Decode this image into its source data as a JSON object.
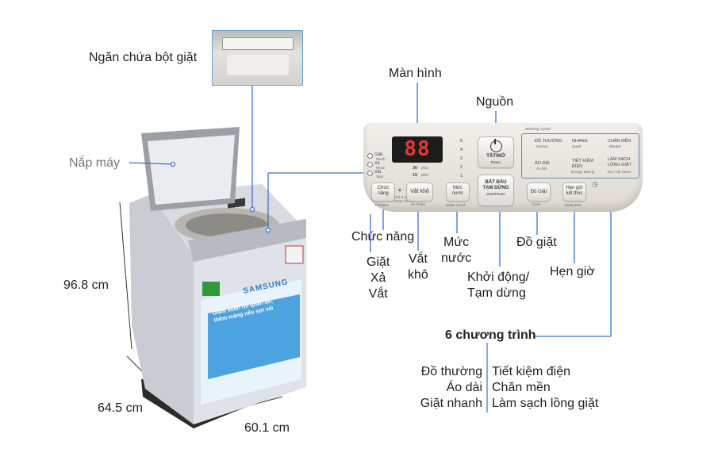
{
  "labels": {
    "detergent_drawer": "Ngăn chứa bột giặt",
    "lid": "Nắp máy",
    "screen": "Màn hình",
    "power": "Nguồn",
    "function": "Chức năng",
    "wash_rinse_spin": [
      "Giặt",
      "Xả",
      "Vắt"
    ],
    "spin_dry": [
      "Vắt",
      "khô"
    ],
    "water_level": [
      "Mức",
      "nước"
    ],
    "wash_cycle": "Đồ giặt",
    "start_pause": [
      "Khởi động/",
      "Tạm dừng"
    ],
    "timer": "Hẹn giờ"
  },
  "dimensions": {
    "height": "96.8 cm",
    "depth": "64.5 cm",
    "width": "60.1 cm"
  },
  "programs": {
    "title": "6 chương trình",
    "left": [
      "Đồ thường",
      "Áo dài",
      "Giặt nhanh"
    ],
    "right": [
      "Tiết kiệm điện",
      "Chăn mền",
      "Làm sạch lồng giặt"
    ]
  },
  "machine": {
    "brand": "SAMSUNG",
    "slogan": [
      "Giảm xoắn rối quần áo,",
      "thêm mảng nếu sợi vải"
    ],
    "body_color": "#dfe2e8",
    "accent_color": "#2f7cc4"
  },
  "panel": {
    "display_value": "88",
    "left_options": [
      {
        "vi": "Giặt",
        "en": "Wash"
      },
      {
        "vi": "Xả",
        "en": "Rinse"
      },
      {
        "vi": "Vắt",
        "en": "Spin"
      }
    ],
    "timer_marks": [
      "30",
      "15"
    ],
    "timer_unit": "phút",
    "levels": [
      "5",
      "4",
      "3",
      "2",
      "1"
    ],
    "btn_function": {
      "vi": [
        "Chức",
        "năng"
      ],
      "en": "Function"
    },
    "btn_lock_text": [
      "Giữ 3 giây",
      "Khóa trẻ em"
    ],
    "btn_airturbo": {
      "vi": "Vắt khô",
      "en": "Air Turbo"
    },
    "btn_water": {
      "vi": [
        "Mức",
        "nước"
      ],
      "en": "Water Level"
    },
    "btn_power": {
      "vi": "TẮT/MỞ",
      "en": "Power"
    },
    "btn_start": {
      "vi": [
        "BẮT ĐẦU",
        "TẠM DỪNG"
      ],
      "en": "Start/Pause"
    },
    "btn_cycle": {
      "vi": "Đồ Giặt",
      "en": "Cycle"
    },
    "btn_delay": {
      "vi": [
        "Hẹn giờ",
        "kết thúc"
      ],
      "en": "Delay End"
    },
    "cycles_header": "Washing Cycles",
    "cycles": [
      {
        "vi": "ĐỒ THƯỜNG",
        "en": "Normal"
      },
      {
        "vi": "NHANH",
        "en": "Quick"
      },
      {
        "vi": "CHĂN MỀN",
        "en": "Blanket"
      },
      {
        "vi": "ÁO DÀI",
        "en": "Áo dài"
      },
      {
        "vi": "TIẾT KIỆM ĐIỆN",
        "en": "Energy Saving"
      },
      {
        "vi": "LÀM SẠCH LỒNG GIẶT",
        "en": "Eco Tub Clean"
      }
    ]
  }
}
